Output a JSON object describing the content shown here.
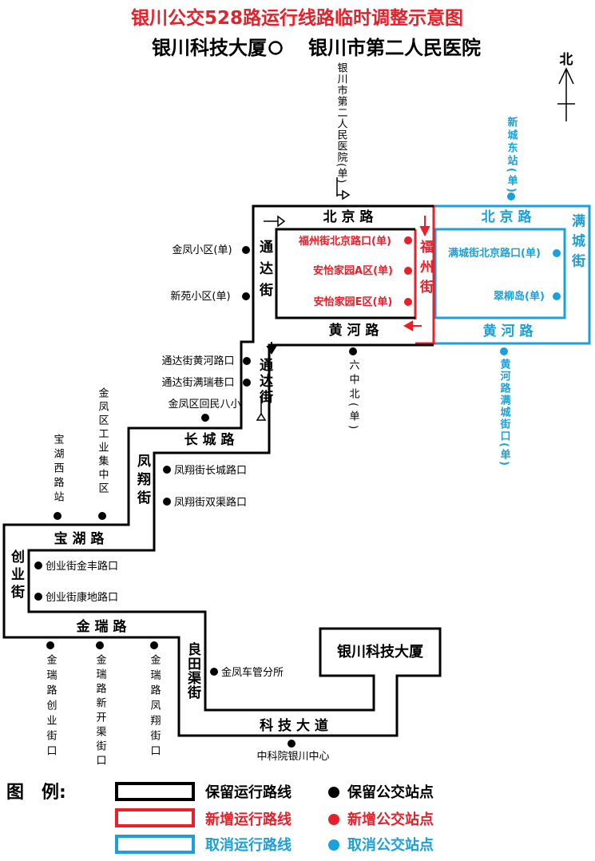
{
  "header": {
    "title": "银川公交528路运行线路临时调整示意图",
    "subtitle_left": "银川科技大厦",
    "subtitle_right": "银川市第二人民医院"
  },
  "compass": {
    "label": "北"
  },
  "roads": {
    "beijing_lu_black": "北 京 路",
    "beijing_lu_blue": "北 京 路",
    "huanghe_lu_black": "黄 河 路",
    "huanghe_lu_blue": "黄 河 路",
    "tongda_jie_upper": "通达街",
    "tongda_jie_lower": "通达街",
    "fuzhou_jie": "福州街",
    "mancheng_jie": "满城街",
    "changcheng_lu": "长 城 路",
    "fengxiang_jie": "凤翔街",
    "baohu_lu": "宝 湖 路",
    "chuangye_jie": "创业街",
    "jinrui_lu": "金 瑞 路",
    "liangtianqu_jie": "良田渠街",
    "keji_dadao": "科 技 大 道",
    "destination": "银川科技大厦"
  },
  "stops": {
    "terminal_top": "银川市第二人民医院(单)",
    "xincheng_dongzhan": "新城东站(单)",
    "jinfeng_xiaoqu": "金凤小区(单)",
    "xinyuan_xiaoqu": "新苑小区(单)",
    "fuzhoujie_beijinglukou": "福州街北京路口(单)",
    "anyi_a": "安怡家园A区(单)",
    "anyi_e": "安怡家园E区(单)",
    "manchengjie_beijinglukou": "满城街北京路口(单)",
    "cuiliudao": "翠柳岛(单)",
    "tongdajie_huanghelukou": "通达街黄河路口",
    "tongdajie_manruixiangkou": "通达街满瑞巷口",
    "jinfengqu_huimin_baxiao": "金凤区回民八小",
    "liuzhong_bei": "六中北(单)",
    "huangheluo_manchengjiekou": "黄河路满城街口(单)",
    "jinfengqu_gongye": "金凤区工业集中区",
    "baohu_xilu_zhan": "宝湖西路站",
    "fengxiangjie_changchenglukou": "凤翔街长城路口",
    "fengxiangjie_shuangqulukou": "凤翔街双渠路口",
    "chuangyejie_jinfenglukou": "创业街金丰路口",
    "chuangyejie_kangdilukou": "创业街康地路口",
    "jinruilu_chuangyejiekou": "金瑞路创业街口",
    "jinruilu_xinkaiqujiekou": "金瑞路新开渠街口",
    "jinruilu_fengxiangjiekou": "金瑞路凤翔街口",
    "jinfeng_cheguan": "金凤车管分所",
    "zhongkeyuan": "中科院银川中心"
  },
  "legend": {
    "title": "图　例:",
    "keep_line": "保留运行路线",
    "keep_stop": "保留公交站点",
    "new_line": "新增运行路线",
    "new_stop": "新增公交站点",
    "cancel_line": "取消运行路线",
    "cancel_stop": "取消公交站点"
  },
  "colors": {
    "keep": "#000000",
    "new": "#e8202a",
    "cancel": "#1aa0dc"
  }
}
